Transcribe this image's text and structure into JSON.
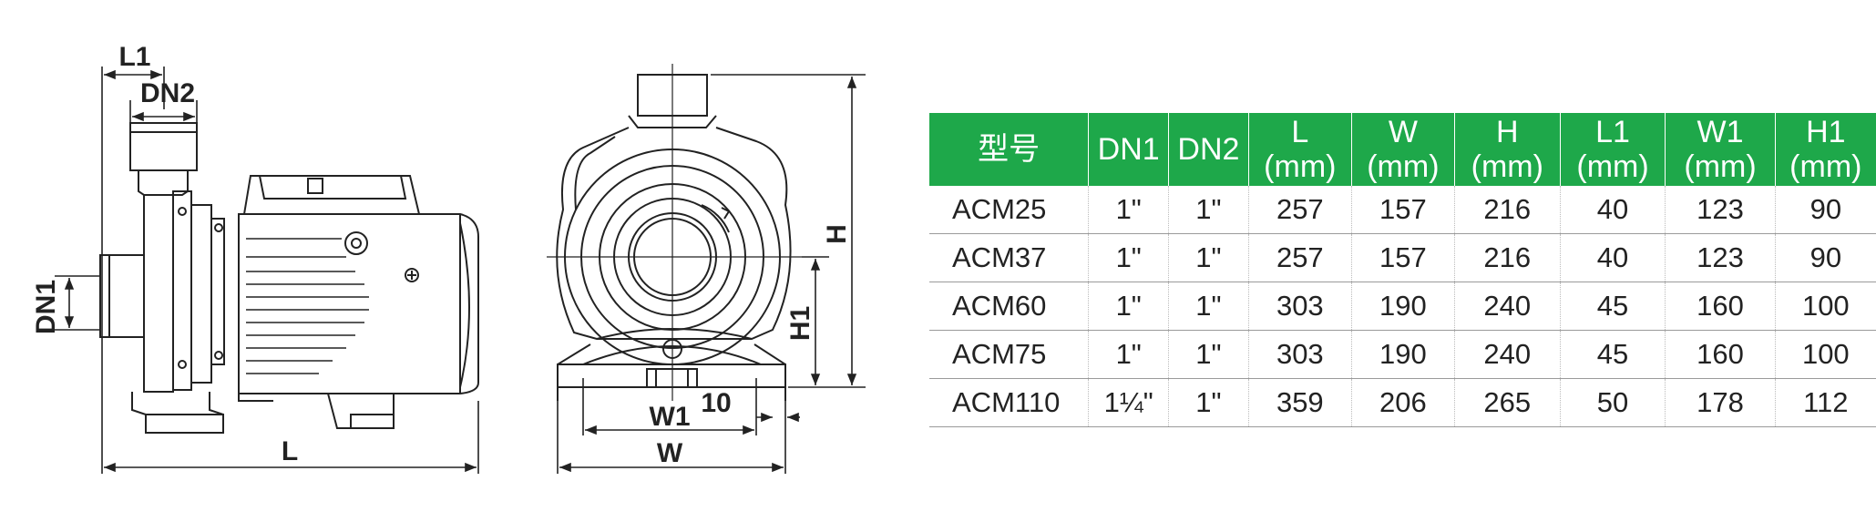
{
  "colors": {
    "header_bg": "#1ea84a",
    "line": "#222222"
  },
  "drawing": {
    "side_view": {
      "labels": {
        "l1": "L1",
        "dn2": "DN2",
        "dn1": "DN1",
        "l": "L"
      }
    },
    "front_view": {
      "labels": {
        "h": "H",
        "h1": "H1",
        "w1": "W1",
        "gap": "10",
        "w": "W"
      }
    }
  },
  "table": {
    "headers": [
      {
        "line1": "型号",
        "line2": ""
      },
      {
        "line1": "DN1",
        "line2": ""
      },
      {
        "line1": "DN2",
        "line2": ""
      },
      {
        "line1": "L",
        "line2": "(mm)"
      },
      {
        "line1": "W",
        "line2": "(mm)"
      },
      {
        "line1": "H",
        "line2": "(mm)"
      },
      {
        "line1": "L1",
        "line2": "(mm)"
      },
      {
        "line1": "W1",
        "line2": "(mm)"
      },
      {
        "line1": "H1",
        "line2": "(mm)"
      }
    ],
    "rows": [
      [
        "ACM25",
        "1\"",
        "1\"",
        "257",
        "157",
        "216",
        "40",
        "123",
        "90"
      ],
      [
        "ACM37",
        "1\"",
        "1\"",
        "257",
        "157",
        "216",
        "40",
        "123",
        "90"
      ],
      [
        "ACM60",
        "1\"",
        "1\"",
        "303",
        "190",
        "240",
        "45",
        "160",
        "100"
      ],
      [
        "ACM75",
        "1\"",
        "1\"",
        "303",
        "190",
        "240",
        "45",
        "160",
        "100"
      ],
      [
        "ACM110",
        "1¼\"",
        "1\"",
        "359",
        "206",
        "265",
        "50",
        "178",
        "112"
      ]
    ]
  }
}
